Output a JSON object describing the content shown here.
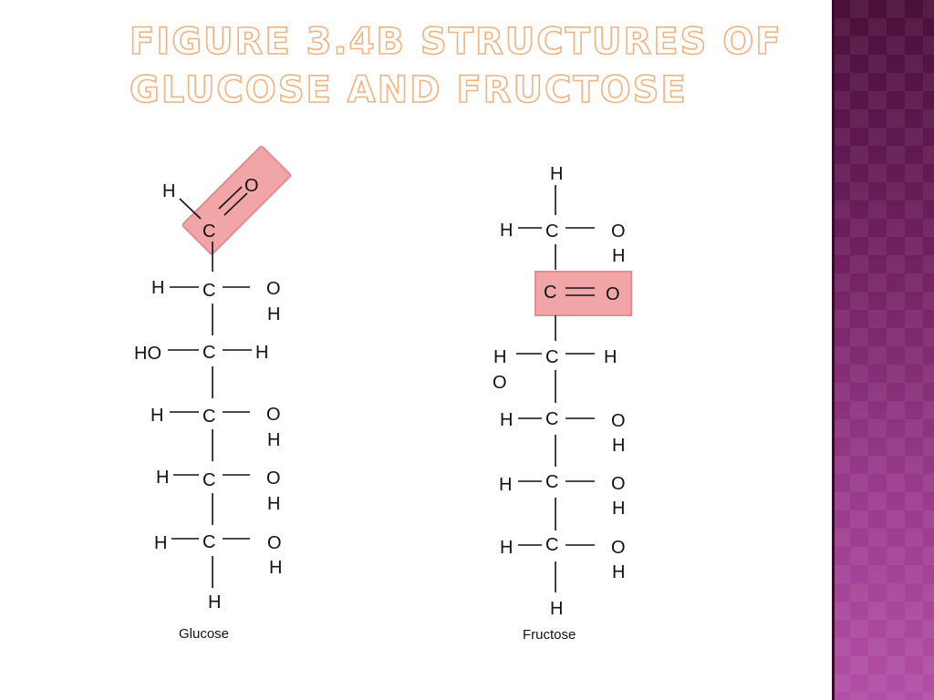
{
  "title": "Figure 3.4b Structures of Glucose and Fructose",
  "glucose": {
    "caption": "Glucose",
    "c1": {
      "h": "H",
      "c": "C",
      "o": "O"
    },
    "rows": [
      {
        "left": "H",
        "c": "C",
        "right1": "O",
        "right2": "H"
      },
      {
        "left": "HO",
        "c": "C",
        "right1": "H",
        "right2": ""
      },
      {
        "left": "H",
        "c": "C",
        "right1": "O",
        "right2": "H"
      },
      {
        "left": "H",
        "c": "C",
        "right1": "O",
        "right2": "H"
      },
      {
        "left": "H",
        "c": "C",
        "right1": "O",
        "right2": "H"
      }
    ],
    "bottom": "H"
  },
  "fructose": {
    "caption": "Fructose",
    "top": "H",
    "c1": {
      "left": "H",
      "c": "C",
      "right1": "O",
      "right2": "H"
    },
    "c2": {
      "c": "C",
      "o": "O"
    },
    "c3": {
      "left1": "H",
      "left2": "O",
      "c": "C",
      "right": "H"
    },
    "rows": [
      {
        "left": "H",
        "c": "C",
        "right1": "O",
        "right2": "H"
      },
      {
        "left": "H",
        "c": "C",
        "right1": "O",
        "right2": "H"
      },
      {
        "left": "H",
        "c": "C",
        "right1": "O",
        "right2": "H"
      }
    ],
    "bottom": "H"
  },
  "colors": {
    "highlight": "#f2a5a7",
    "title_outline": "#f0b27e",
    "sidebar": "#7a2468"
  }
}
